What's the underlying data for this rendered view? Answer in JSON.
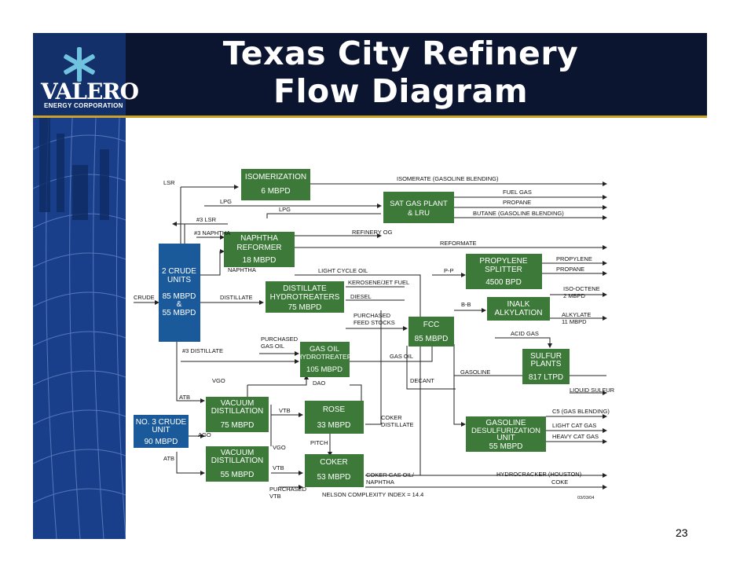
{
  "title": {
    "line1": "Texas City Refinery",
    "line2": "Flow Diagram"
  },
  "logo": {
    "name": "VALERO",
    "subtitle": "ENERGY CORPORATION"
  },
  "page_number": "23",
  "colors": {
    "header": "#0b1530",
    "gold": "#c9a227",
    "sidebar": "#1a3f8a",
    "unit_green": "#3d7a3a",
    "crude_blue": "#1b5a9a"
  },
  "units": {
    "isomerization": {
      "name": "ISOMERIZATION",
      "cap": "6 MBPD"
    },
    "sat_gas": {
      "name": "SAT GAS PLANT",
      "name2": "& LRU"
    },
    "naphtha_reformer": {
      "name": "NAPHTHA",
      "name2": "REFORMER",
      "cap": "18 MBPD"
    },
    "crude2": {
      "name": "2 CRUDE",
      "name2": "UNITS",
      "cap": "85 MBPD",
      "amp": "&",
      "cap2": "55 MBPD"
    },
    "distillate_ht": {
      "name": "DISTILLATE",
      "name2": "HYDROTREATERS",
      "cap": "75 MBPD"
    },
    "propylene": {
      "name": "PROPYLENE",
      "name2": "SPLITTER",
      "cap": "4500 BPD"
    },
    "alkylation": {
      "name": "INALK",
      "name2": "ALKYLATION"
    },
    "fcc": {
      "name": "FCC",
      "cap": "85 MBPD"
    },
    "gas_oil_ht": {
      "name": "GAS OIL",
      "name2": "HYDROTREATER",
      "cap": "105 MBPD"
    },
    "sulfur": {
      "name": "SULFUR",
      "name2": "PLANTS",
      "cap": "817 LTPD"
    },
    "vacuum1": {
      "name": "VACUUM",
      "name2": "DISTILLATION",
      "cap": "75 MBPD"
    },
    "rose": {
      "name": "ROSE",
      "cap": "33 MBPD"
    },
    "crude3": {
      "name": "NO. 3 CRUDE",
      "name2": "UNIT",
      "cap": "90 MBPD"
    },
    "vacuum2": {
      "name": "VACUUM",
      "name2": "DISTILLATION",
      "cap": "55 MBPD"
    },
    "coker": {
      "name": "COKER",
      "cap": "53 MBPD"
    },
    "gasoline_desulf": {
      "name": "GASOLINE",
      "name2": "DESULFURIZATION",
      "name3": "UNIT",
      "cap": "55 MBPD"
    }
  },
  "labels": {
    "lsr": "LSR",
    "lpg": "LPG",
    "lpg2": "LPG",
    "lsr3": "#3 LSR",
    "naphtha3": "#3 NAPHTHA",
    "naphtha": "NAPHTHA",
    "crude": "CRUDE",
    "distillate": "DISTILLATE",
    "distillate3": "#3 DISTILLATE",
    "purchased_gas_oil": "PURCHASED",
    "purchased_gas_oil2": "GAS OIL",
    "vgo": "VGO",
    "atb": "ATB",
    "ago": "AGO",
    "atb2": "ATB",
    "vgo2": "VGO",
    "vtb": "VTB",
    "vtb2": "VTB",
    "pitch": "PITCH",
    "purchased_vtb": "PURCHASED",
    "purchased_vtb2": "VTB",
    "dao": "DAO",
    "coker_distillate": "COKER",
    "coker_distillate2": "DISTILLATE",
    "coker_gas_oil": "COKER GAS OIL/",
    "coker_gas_oil2": "NAPHTHA",
    "isomerate": "ISOMERATE (GASOLINE BLENDING)",
    "fuel_gas": "FUEL GAS",
    "propane": "PROPANE",
    "butane": "BUTANE (GASOLINE BLENDING)",
    "refinery_og": "REFINERY OG",
    "reformate": "REFORMATE",
    "light_cycle_oil": "LIGHT CYCLE OIL",
    "pp": "P-P",
    "propylene_out": "PROPYLENE",
    "propane_out": "PROPANE",
    "kerosene": "KEROSENE/JET FUEL",
    "diesel": "DIESEL",
    "bb": "B-B",
    "iso_octene": "ISO-OCTENE",
    "iso_octene2": "2 MBPD",
    "alkylate": "ALKYLATE",
    "alkylate2": "11 MBPD",
    "purchased_feed": "PURCHASED",
    "purchased_feed2": "FEED STOCKS",
    "acid_gas": "ACID GAS",
    "gas_oil": "GAS OIL",
    "gasoline": "GASOLINE",
    "decant": "DECANT",
    "liquid_sulfur": "LIQUID SULFUR",
    "c5": "C5 (GAS BLENDING)",
    "light_cat_gas": "LIGHT CAT GAS",
    "heavy_cat_gas": "HEAVY CAT GAS",
    "hydrocracker": "HYDROCRACKER (HOUSTON)",
    "coke": "COKE",
    "nelson": "NELSON COMPLEXITY INDEX = 14.4",
    "date": "03/03/04"
  }
}
